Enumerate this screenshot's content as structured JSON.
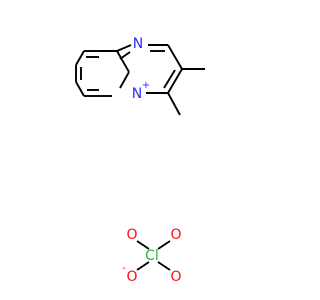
{
  "molecule": {
    "atoms": {
      "N_ring": {
        "symbol": "N",
        "charge": ""
      },
      "N_bridge": {
        "symbol": "N",
        "charge": "+"
      },
      "Cl": {
        "symbol": "Cl",
        "charge": ""
      },
      "O_top": {
        "symbol": "O",
        "charge": ""
      },
      "O_right": {
        "symbol": "O",
        "charge": ""
      },
      "O_bottom": {
        "symbol": "O",
        "charge": ""
      },
      "O_left": {
        "symbol": "O",
        "charge": "-"
      }
    }
  },
  "colors": {
    "bond": "#000000",
    "nitrogen": "#2B2BFF",
    "oxygen": "#FF0D0D",
    "chlorine": "#2FB33B",
    "background": "#FFFFFF"
  }
}
